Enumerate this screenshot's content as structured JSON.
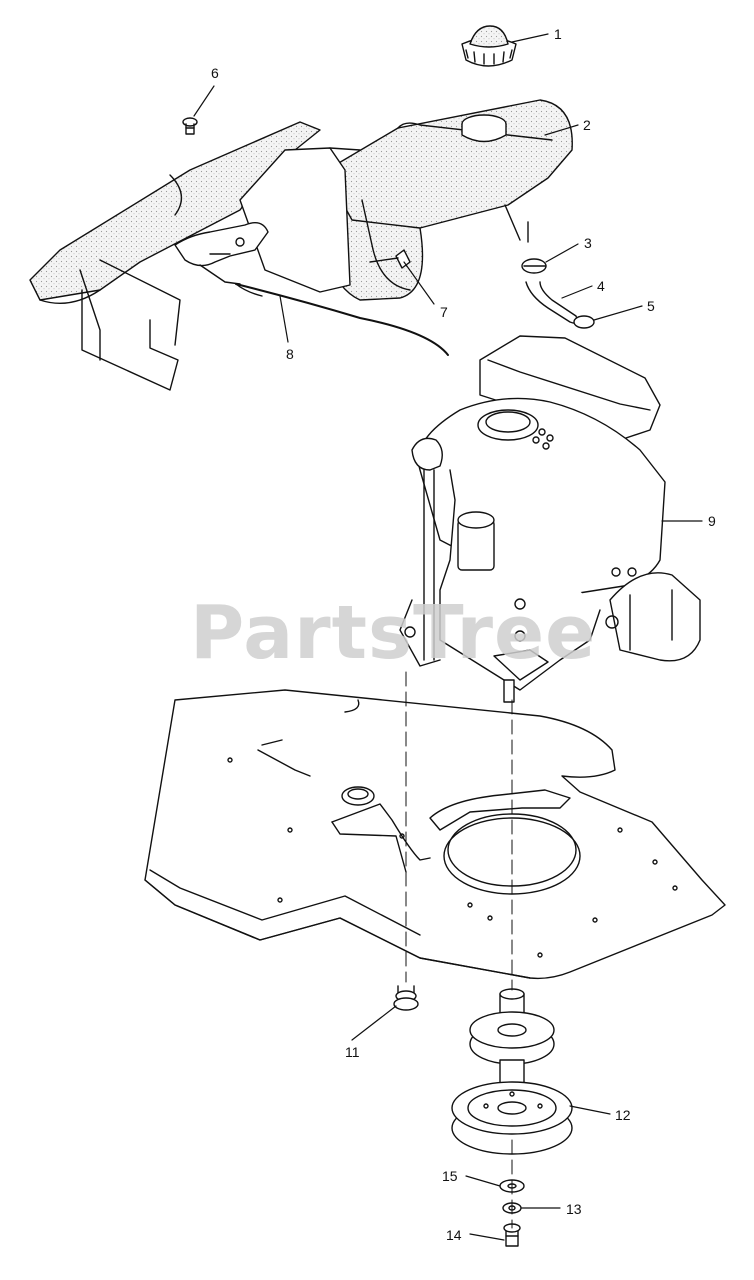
{
  "watermark": "PartsTree",
  "callouts": {
    "c1": "1",
    "c2": "2",
    "c3": "3",
    "c4": "4",
    "c5": "5",
    "c6": "6",
    "c7": "7",
    "c8": "8",
    "c9": "9",
    "c11": "11",
    "c12": "12",
    "c13": "13",
    "c14": "14",
    "c15": "15"
  },
  "parts": [
    {
      "callout": "1",
      "name": "fuel-cap"
    },
    {
      "callout": "2",
      "name": "fuel-tank"
    },
    {
      "callout": "3",
      "name": "hose-clamp"
    },
    {
      "callout": "4",
      "name": "fuel-line"
    },
    {
      "callout": "5",
      "name": "hose-clamp"
    },
    {
      "callout": "6",
      "name": "screw"
    },
    {
      "callout": "7",
      "name": "fuel-fitting"
    },
    {
      "callout": "8",
      "name": "control-cable"
    },
    {
      "callout": "9",
      "name": "engine"
    },
    {
      "callout": "11",
      "name": "bolt"
    },
    {
      "callout": "12",
      "name": "engine-pulley"
    },
    {
      "callout": "13",
      "name": "lock-washer"
    },
    {
      "callout": "14",
      "name": "bolt"
    },
    {
      "callout": "15",
      "name": "washer"
    }
  ]
}
